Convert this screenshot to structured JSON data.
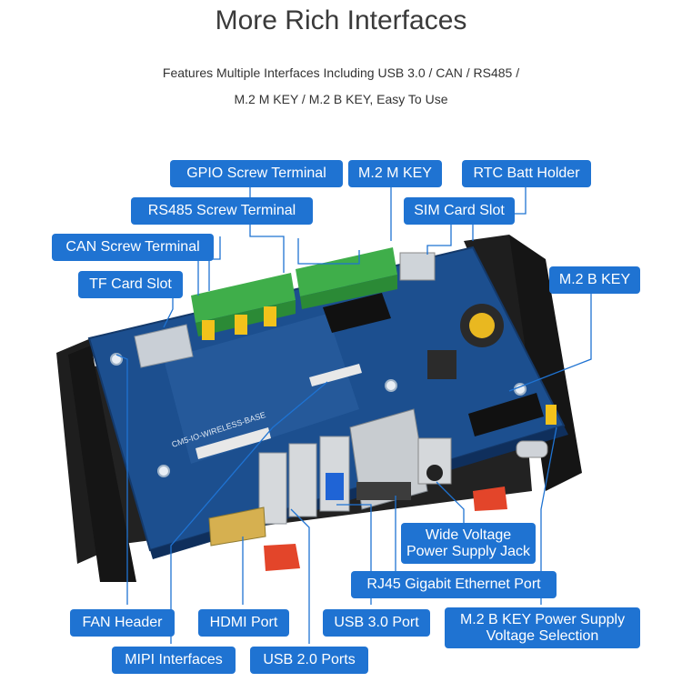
{
  "title": "More Rich Interfaces",
  "subtitle_line1": "Features Multiple Interfaces Including USB 3.0 / CAN / RS485 /",
  "subtitle_line2": "M.2 M KEY / M.2 B KEY, Easy To Use",
  "board_silkscreen": "CM5-IO-WIRELESS-BASE",
  "labels": {
    "gpio": "GPIO Screw Terminal",
    "m2m": "M.2 M KEY",
    "rtc": "RTC Batt Holder",
    "rs485": "RS485 Screw Terminal",
    "sim": "SIM Card Slot",
    "can": "CAN Screw Terminal",
    "tf": "TF Card Slot",
    "m2b": "M.2 B KEY",
    "wide_1": "Wide Voltage",
    "wide_2": "Power Supply Jack",
    "rj45": "RJ45 Gigabit Ethernet Port",
    "fan": "FAN Header",
    "hdmi": "HDMI Port",
    "usb3": "USB 3.0 Port",
    "m2b_power_1": "M.2 B KEY Power Supply",
    "m2b_power_2": "Voltage Selection",
    "mipi": "MIPI Interfaces",
    "usb2": "USB 2.0 Ports"
  },
  "colors": {
    "label_bg": "#1f73d2",
    "pcb": "#1c4f8f",
    "case": "#1a1a1a",
    "terminal": "#3fae4a"
  }
}
